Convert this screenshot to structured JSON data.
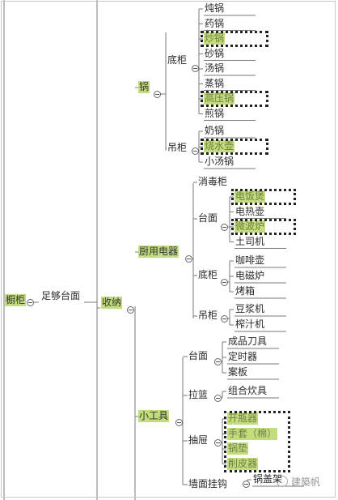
{
  "root": "橱柜",
  "root_edge": "足够台面",
  "main": "收纳",
  "groups": [
    {
      "label": "锅",
      "children": [
        {
          "label": "底柜",
          "items": [
            "炖锅",
            "药锅",
            "炒锅",
            "砂锅",
            "汤锅",
            "蒸锅",
            "高压锅",
            "煎锅"
          ],
          "highlight": [
            2,
            6
          ]
        },
        {
          "label": "吊柜",
          "items": [
            "奶锅",
            "烧水壶",
            "小汤锅"
          ],
          "highlight": [
            1
          ]
        }
      ]
    },
    {
      "label": "厨用电器",
      "children": [
        {
          "label": "",
          "items": [
            "消毒柜"
          ],
          "highlight": []
        },
        {
          "label": "台面",
          "items": [
            "电饭煲",
            "电热壶",
            "微波炉",
            "土司机"
          ],
          "highlight": [
            0,
            2
          ]
        },
        {
          "label": "底柜",
          "items": [
            "咖啡壶",
            "电磁炉",
            "烤箱"
          ],
          "highlight": []
        },
        {
          "label": "吊柜",
          "items": [
            "豆浆机",
            "榨汁机"
          ],
          "highlight": []
        }
      ]
    },
    {
      "label": "小工具",
      "children": [
        {
          "label": "台面",
          "items": [
            "成品刀具",
            "定时器",
            "案板"
          ],
          "highlight": []
        },
        {
          "label": "拉篮",
          "items": [
            "组合炊具"
          ],
          "highlight": []
        },
        {
          "label": "抽屉",
          "items": [
            "开瓶器",
            "手套（棉）",
            "锅垫",
            "削皮器"
          ],
          "highlight": [
            0,
            1,
            2,
            3
          ]
        },
        {
          "label": "墙面挂钩",
          "items": [
            "锅盖架"
          ],
          "highlight": []
        }
      ]
    }
  ],
  "watermark": "建築帆"
}
